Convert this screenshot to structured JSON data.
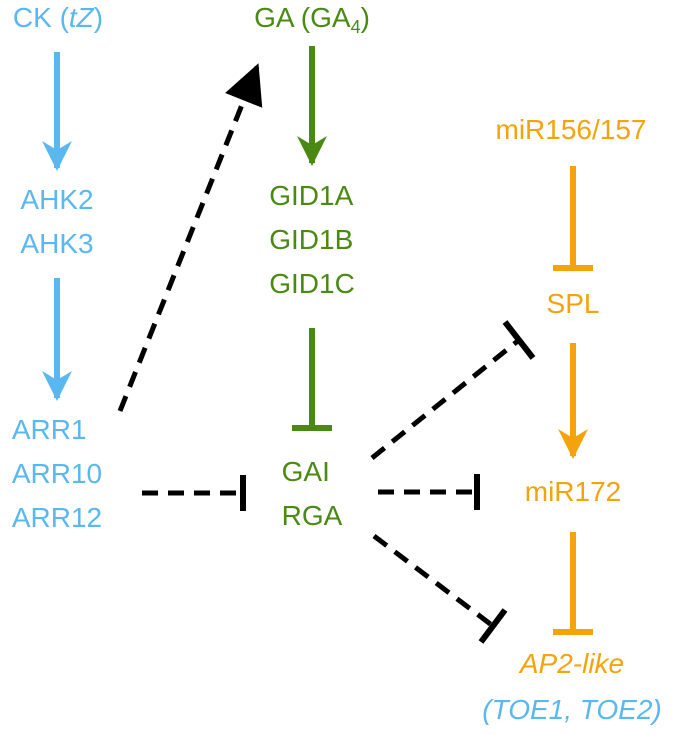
{
  "colors": {
    "cytokinin": "#5ab8f0",
    "gibberellin": "#4a8a12",
    "microrna": "#f5a30a",
    "crosstalk": "#000000"
  },
  "labels": {
    "ck_prefix": "CK (",
    "ck_tz": "tZ",
    "ck_suffix": ")",
    "ahk2": "AHK2",
    "ahk3": "AHK3",
    "arr1": "ARR1",
    "arr10": "ARR10",
    "arr12": "ARR12",
    "ga_prefix": "GA (GA",
    "ga_sub": "4",
    "ga_suffix": ")",
    "gid1a": "GID1A",
    "gid1b": "GID1B",
    "gid1c": "GID1C",
    "gai": "GAI",
    "rga": "RGA",
    "mir156": "miR156/157",
    "spl": "SPL",
    "mir172": "miR172",
    "ap2": "AP2-like",
    "toe": "(TOE1, TOE2)"
  }
}
